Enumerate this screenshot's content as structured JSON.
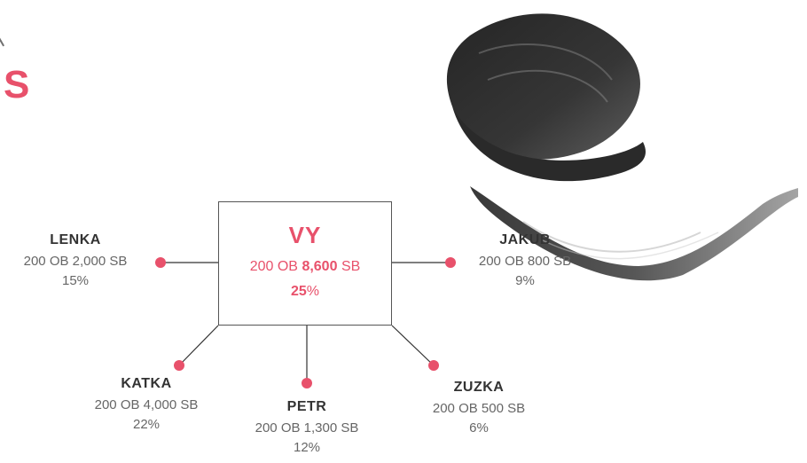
{
  "header": {
    "letter": "S"
  },
  "colors": {
    "accent": "#e8516b",
    "text": "#555555",
    "name": "#333333"
  },
  "center": {
    "name": "VY",
    "ob": "200",
    "ob_unit": "OB",
    "sb": "8,600",
    "sb_unit": "SB",
    "pct": "25",
    "pct_unit": "%"
  },
  "nodes": [
    {
      "id": "lenka",
      "name": "LENKA",
      "line": "200 OB 2,000 SB",
      "pct": "15%"
    },
    {
      "id": "jakub",
      "name": "JAKUB",
      "line": "200 OB 800 SB",
      "pct": "9%"
    },
    {
      "id": "katka",
      "name": "KATKA",
      "line": "200 OB 4,000 SB",
      "pct": "22%"
    },
    {
      "id": "petr",
      "name": "PETR",
      "line": "200 OB 1,300 SB",
      "pct": "12%"
    },
    {
      "id": "zuzka",
      "name": "ZUZKA",
      "line": "200 OB 500 SB",
      "pct": "6%"
    }
  ]
}
